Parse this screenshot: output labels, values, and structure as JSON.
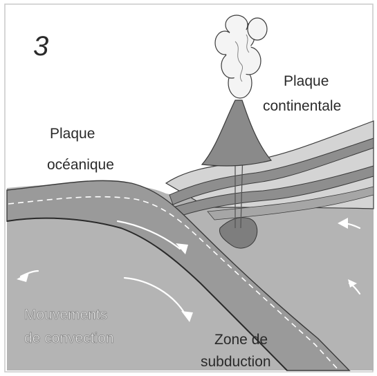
{
  "figure_number": "3",
  "labels": {
    "oceanic_plate": [
      "Plaque",
      "océanique"
    ],
    "continental_plate": [
      "Plaque",
      "continentale"
    ],
    "convection": [
      "Mouvements",
      "de convection"
    ],
    "subduction_zone": [
      "Zone de",
      "subduction"
    ]
  },
  "colors": {
    "background": "#ffffff",
    "mantle": "#b4b4b4",
    "oceanic_plate": "#9a9a9a",
    "continental_light": "#d4d4d4",
    "continental_dark": "#8e8e8e",
    "volcano": "#8a8a8a",
    "ash_cloud": "#f4f4f4",
    "arrows": "#ffffff",
    "outline": "#3a3a3a"
  },
  "icons": {
    "volcano": "volcano-icon",
    "eruption_cloud": "ash-cloud-icon",
    "convection_arrow": "arrow-icon"
  }
}
